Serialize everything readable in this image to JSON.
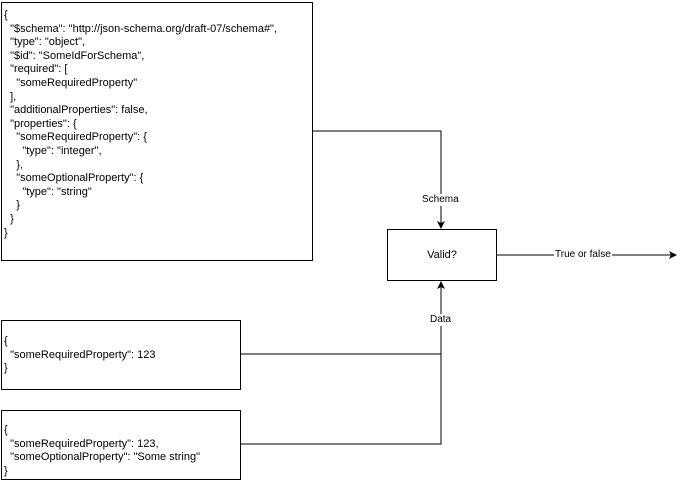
{
  "diagram": {
    "schema_box": {
      "lines": [
        "{",
        "  \"$schema\": \"http://json-schema.org/draft-07/schema#\",",
        "  \"type\": \"object\",",
        "  \"$id\": \"SomeIdForSchema\",",
        "  \"required\": [",
        "    \"someRequiredProperty\"",
        "  ],",
        "  \"additionalProperties\": false,",
        "  \"properties\": {",
        "    \"someRequiredProperty\": {",
        "      \"type\": \"integer\",",
        "    },",
        "    \"someOptionalProperty\": {",
        "      \"type\": \"string\"",
        "    }",
        "  }",
        "}"
      ]
    },
    "data_box_1": {
      "lines": [
        "{",
        "  \"someRequiredProperty\": 123",
        "}"
      ]
    },
    "data_box_2": {
      "lines": [
        "{",
        "  \"someRequiredProperty\": 123,",
        "  \"someOptionalProperty\": \"Some string\"",
        "}"
      ]
    },
    "valid_node": {
      "label": "Valid?"
    },
    "edges": {
      "schema_label": "Schema",
      "data_label": "Data",
      "result_label": "True or false"
    }
  }
}
